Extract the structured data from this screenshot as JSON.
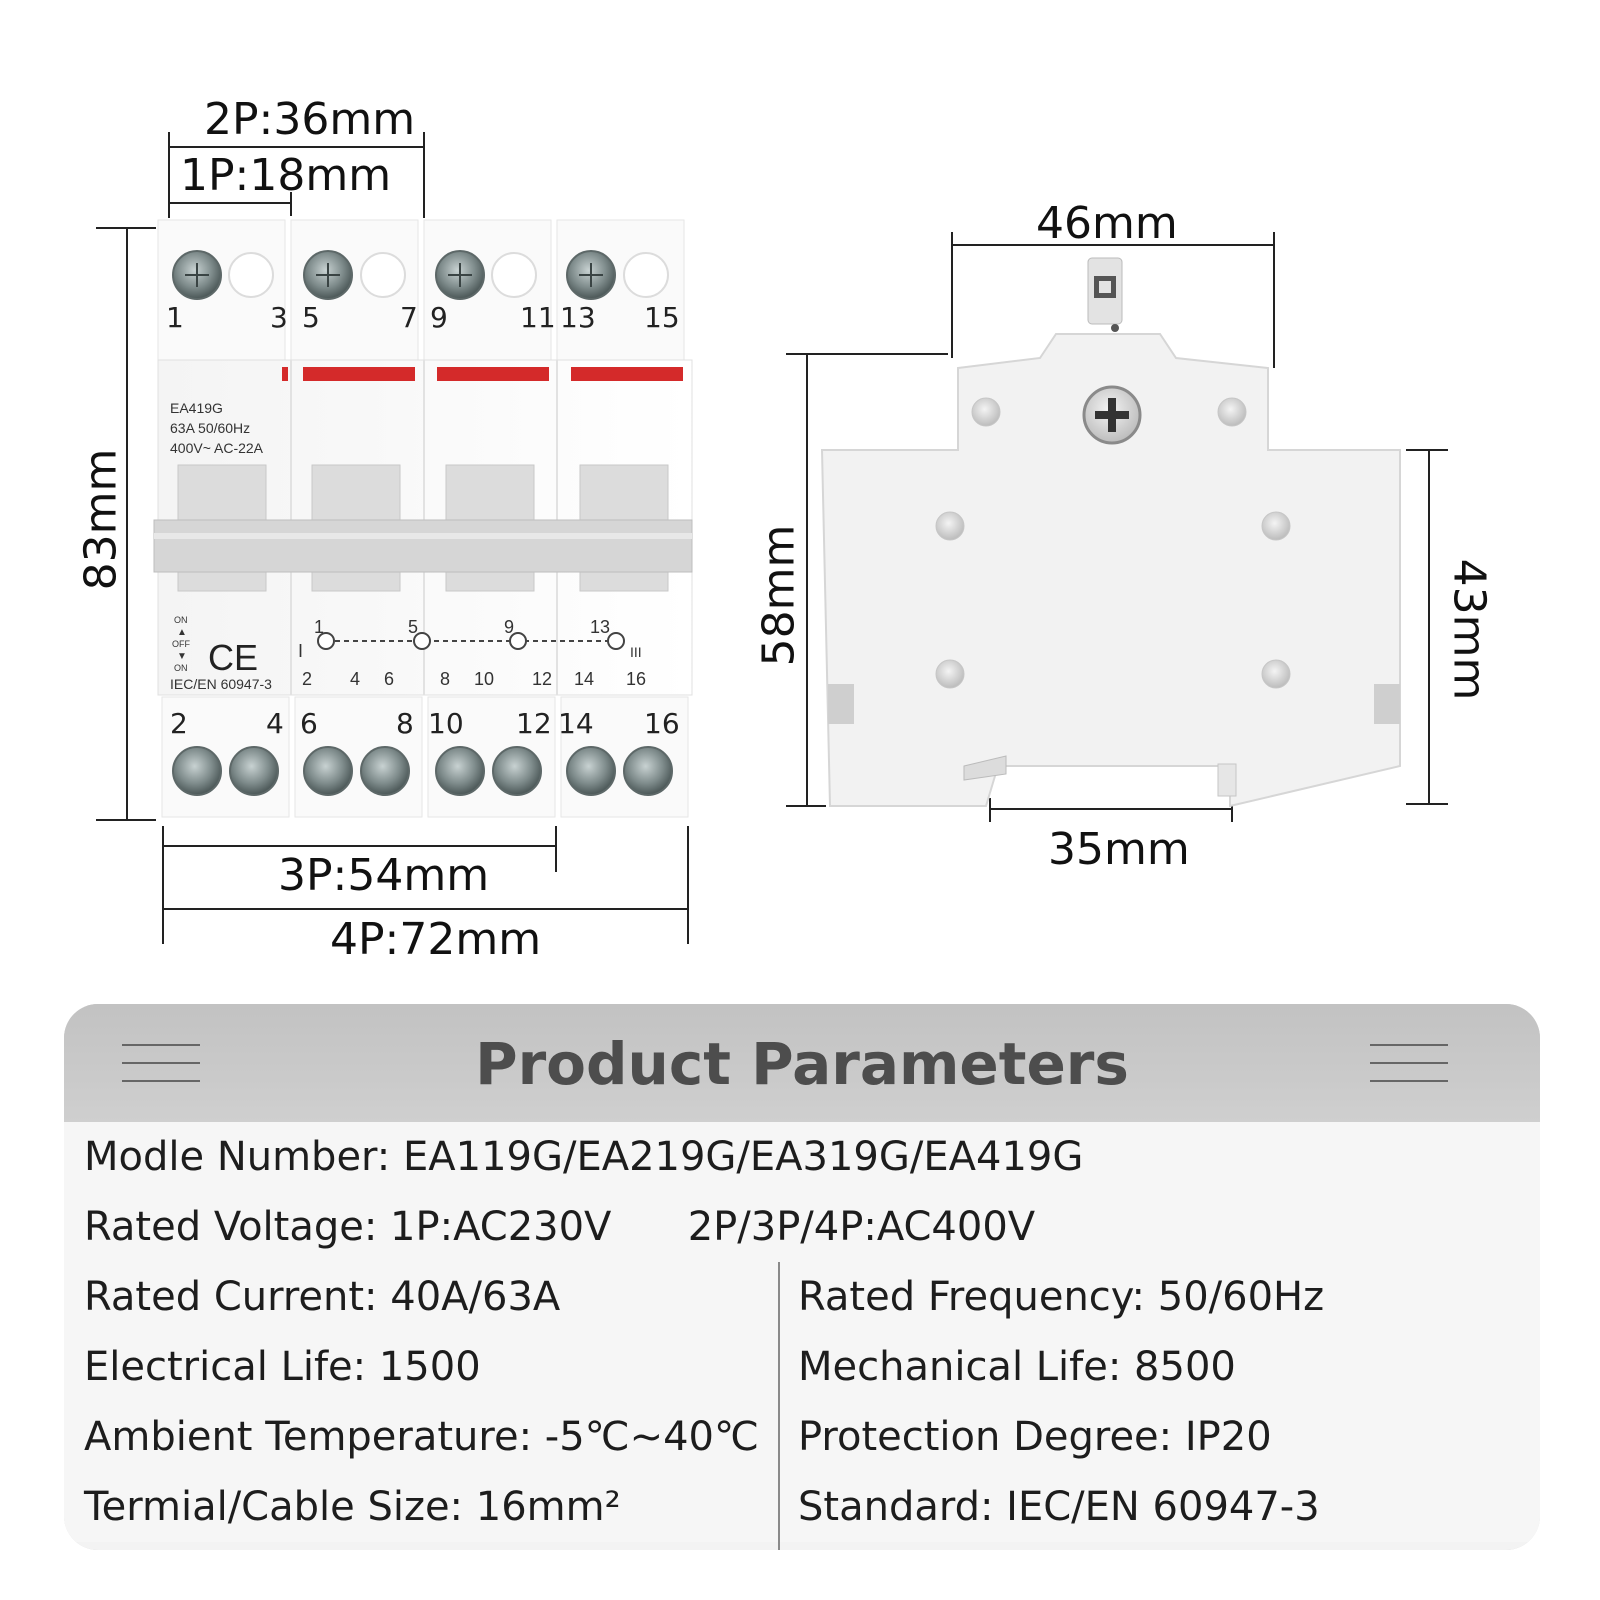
{
  "dimensions": {
    "front": {
      "p2": "2P:36mm",
      "p1": "1P:18mm",
      "height": "83mm",
      "p3": "3P:54mm",
      "p4": "4P:72mm"
    },
    "side": {
      "top_width": "46mm",
      "height_left": "58mm",
      "height_right": "43mm",
      "bottom_width": "35mm"
    }
  },
  "device": {
    "top_terminals": [
      "1",
      "3",
      "5",
      "7",
      "9",
      "11",
      "13",
      "15"
    ],
    "bottom_terminals": [
      "2",
      "4",
      "6",
      "8",
      "10",
      "12",
      "14",
      "16"
    ],
    "label": {
      "model": "EA419G",
      "rating": "63A 50/60Hz",
      "voltage": "400V~  AC-22A",
      "on": "ON",
      "off": "OFF",
      "on2": "ON",
      "ce": "CE",
      "standard": "IEC/EN 60947-3"
    },
    "diagram": {
      "top": [
        "1",
        "5",
        "9",
        "13"
      ],
      "bottom": [
        "2",
        "4",
        "6",
        "8",
        "10",
        "12",
        "14",
        "16"
      ],
      "left_mark": "I",
      "right_mark": "III"
    }
  },
  "params": {
    "title": "Product Parameters",
    "rows": [
      {
        "left": "Modle Number: EA119G/EA219G/EA319G/EA419G"
      },
      {
        "left": "Rated Voltage: 1P:AC230V      2P/3P/4P:AC400V"
      },
      {
        "left": "Rated Current: 40A/63A",
        "right": "Rated Frequency: 50/60Hz"
      },
      {
        "left": "Electrical Life: 1500",
        "right": "Mechanical Life: 8500"
      },
      {
        "left": "Ambient Temperature: -5℃~40℃",
        "right": "Protection Degree: IP20"
      },
      {
        "left": "Termial/Cable Size: 16mm²",
        "right": "Standard: IEC/EN 60947-3"
      }
    ]
  }
}
